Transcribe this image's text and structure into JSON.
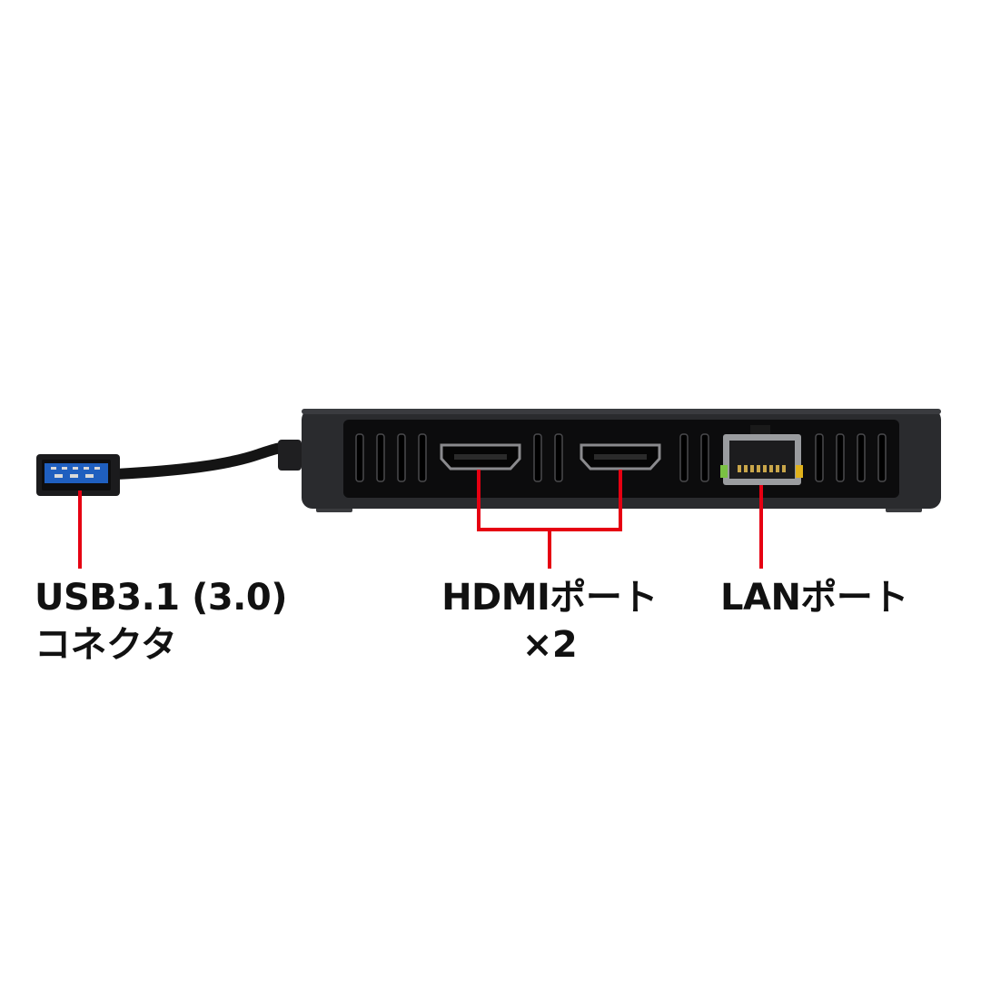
{
  "labels": {
    "usb": {
      "line1": "USB3.1 (3.0)",
      "line2": "コネクタ"
    },
    "hdmi": {
      "line1": "HDMIポート",
      "line2": "×2"
    },
    "lan": {
      "line1": "LANポート"
    }
  },
  "colors": {
    "background": "#ffffff",
    "callout_line": "#e60012",
    "device_body": "#2a2b2e",
    "port_panel": "#0c0c0d",
    "usb_blue": "#1f5fbf",
    "lan_led_green": "#7ac143",
    "lan_led_amber": "#e0b21c"
  }
}
